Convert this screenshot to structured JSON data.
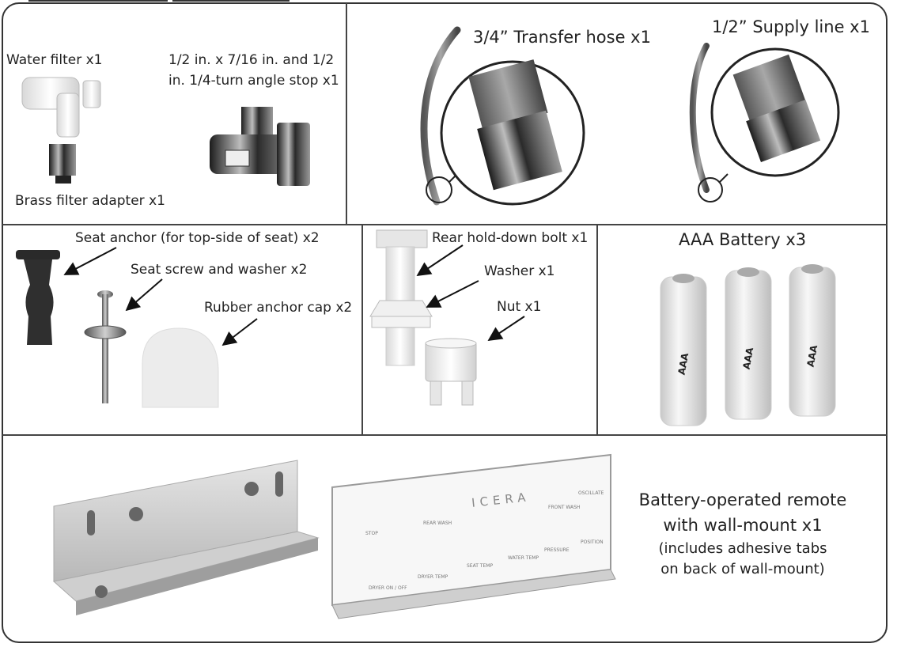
{
  "parts": {
    "water_filter": "Water filter x1",
    "angle_stop_line1": "1/2 in. x 7/16 in. and 1/2",
    "angle_stop_line2": "in. 1/4-turn angle stop x1",
    "brass_adapter": "Brass filter adapter x1",
    "transfer_hose": "3/4” Transfer hose x1",
    "supply_line": "1/2” Supply line x1",
    "seat_anchor": "Seat anchor (for top-side of seat) x2",
    "seat_screw": "Seat screw and washer x2",
    "rubber_cap": "Rubber anchor cap x2",
    "rear_bolt": "Rear hold-down bolt x1",
    "washer": "Washer x1",
    "nut": "Nut x1",
    "battery": "AAA Battery x3",
    "remote_line1": "Battery-operated remote",
    "remote_line2": "with wall-mount x1",
    "remote_line3": "(includes adhesive tabs",
    "remote_line4": "on back of wall-mount)"
  },
  "battery_mark": "AAA",
  "remote_panel": {
    "brand": "ICERA",
    "buttons": [
      "STOP",
      "REAR WASH",
      "FRONT WASH",
      "OSCILLATE",
      "DRYER ON / OFF",
      "DRYER TEMP",
      "SEAT TEMP",
      "WATER TEMP",
      "PRESSURE",
      "POSITION"
    ]
  },
  "colors": {
    "line": "#444444",
    "metal_dark": "#3a3a3a",
    "metal_light": "#cfcfcf",
    "plastic": "#f0f0f0"
  }
}
